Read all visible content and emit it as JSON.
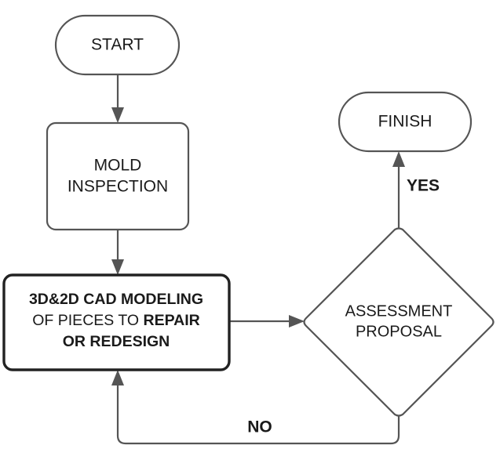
{
  "diagram": {
    "type": "flowchart",
    "title": "",
    "background_color": "#ffffff",
    "line_color": "#555555",
    "emphasis_border_color": "#222222",
    "text_color": "#1a1a1a"
  },
  "nodes": {
    "start": {
      "label": "START",
      "shape": "stadium"
    },
    "mold_inspection": {
      "line1": "MOLD",
      "line2": "INSPECTION",
      "shape": "rounded-rectangle"
    },
    "cad_modeling": {
      "line1": "3D&2D CAD MODELING",
      "line2_regular": "OF PIECES TO ",
      "line2_bold": "REPAIR",
      "line3": "OR REDESIGN",
      "shape": "rounded-rectangle"
    },
    "assessment": {
      "line1": "ASSESSMENT",
      "line2": "PROPOSAL",
      "shape": "diamond"
    },
    "finish": {
      "label": "FINISH",
      "shape": "stadium"
    }
  },
  "edges": {
    "start_to_mold": {
      "label": ""
    },
    "mold_to_cad": {
      "label": ""
    },
    "cad_to_assessment": {
      "label": ""
    },
    "assessment_to_finish": {
      "label": "YES"
    },
    "assessment_to_cad": {
      "label": "NO"
    }
  }
}
